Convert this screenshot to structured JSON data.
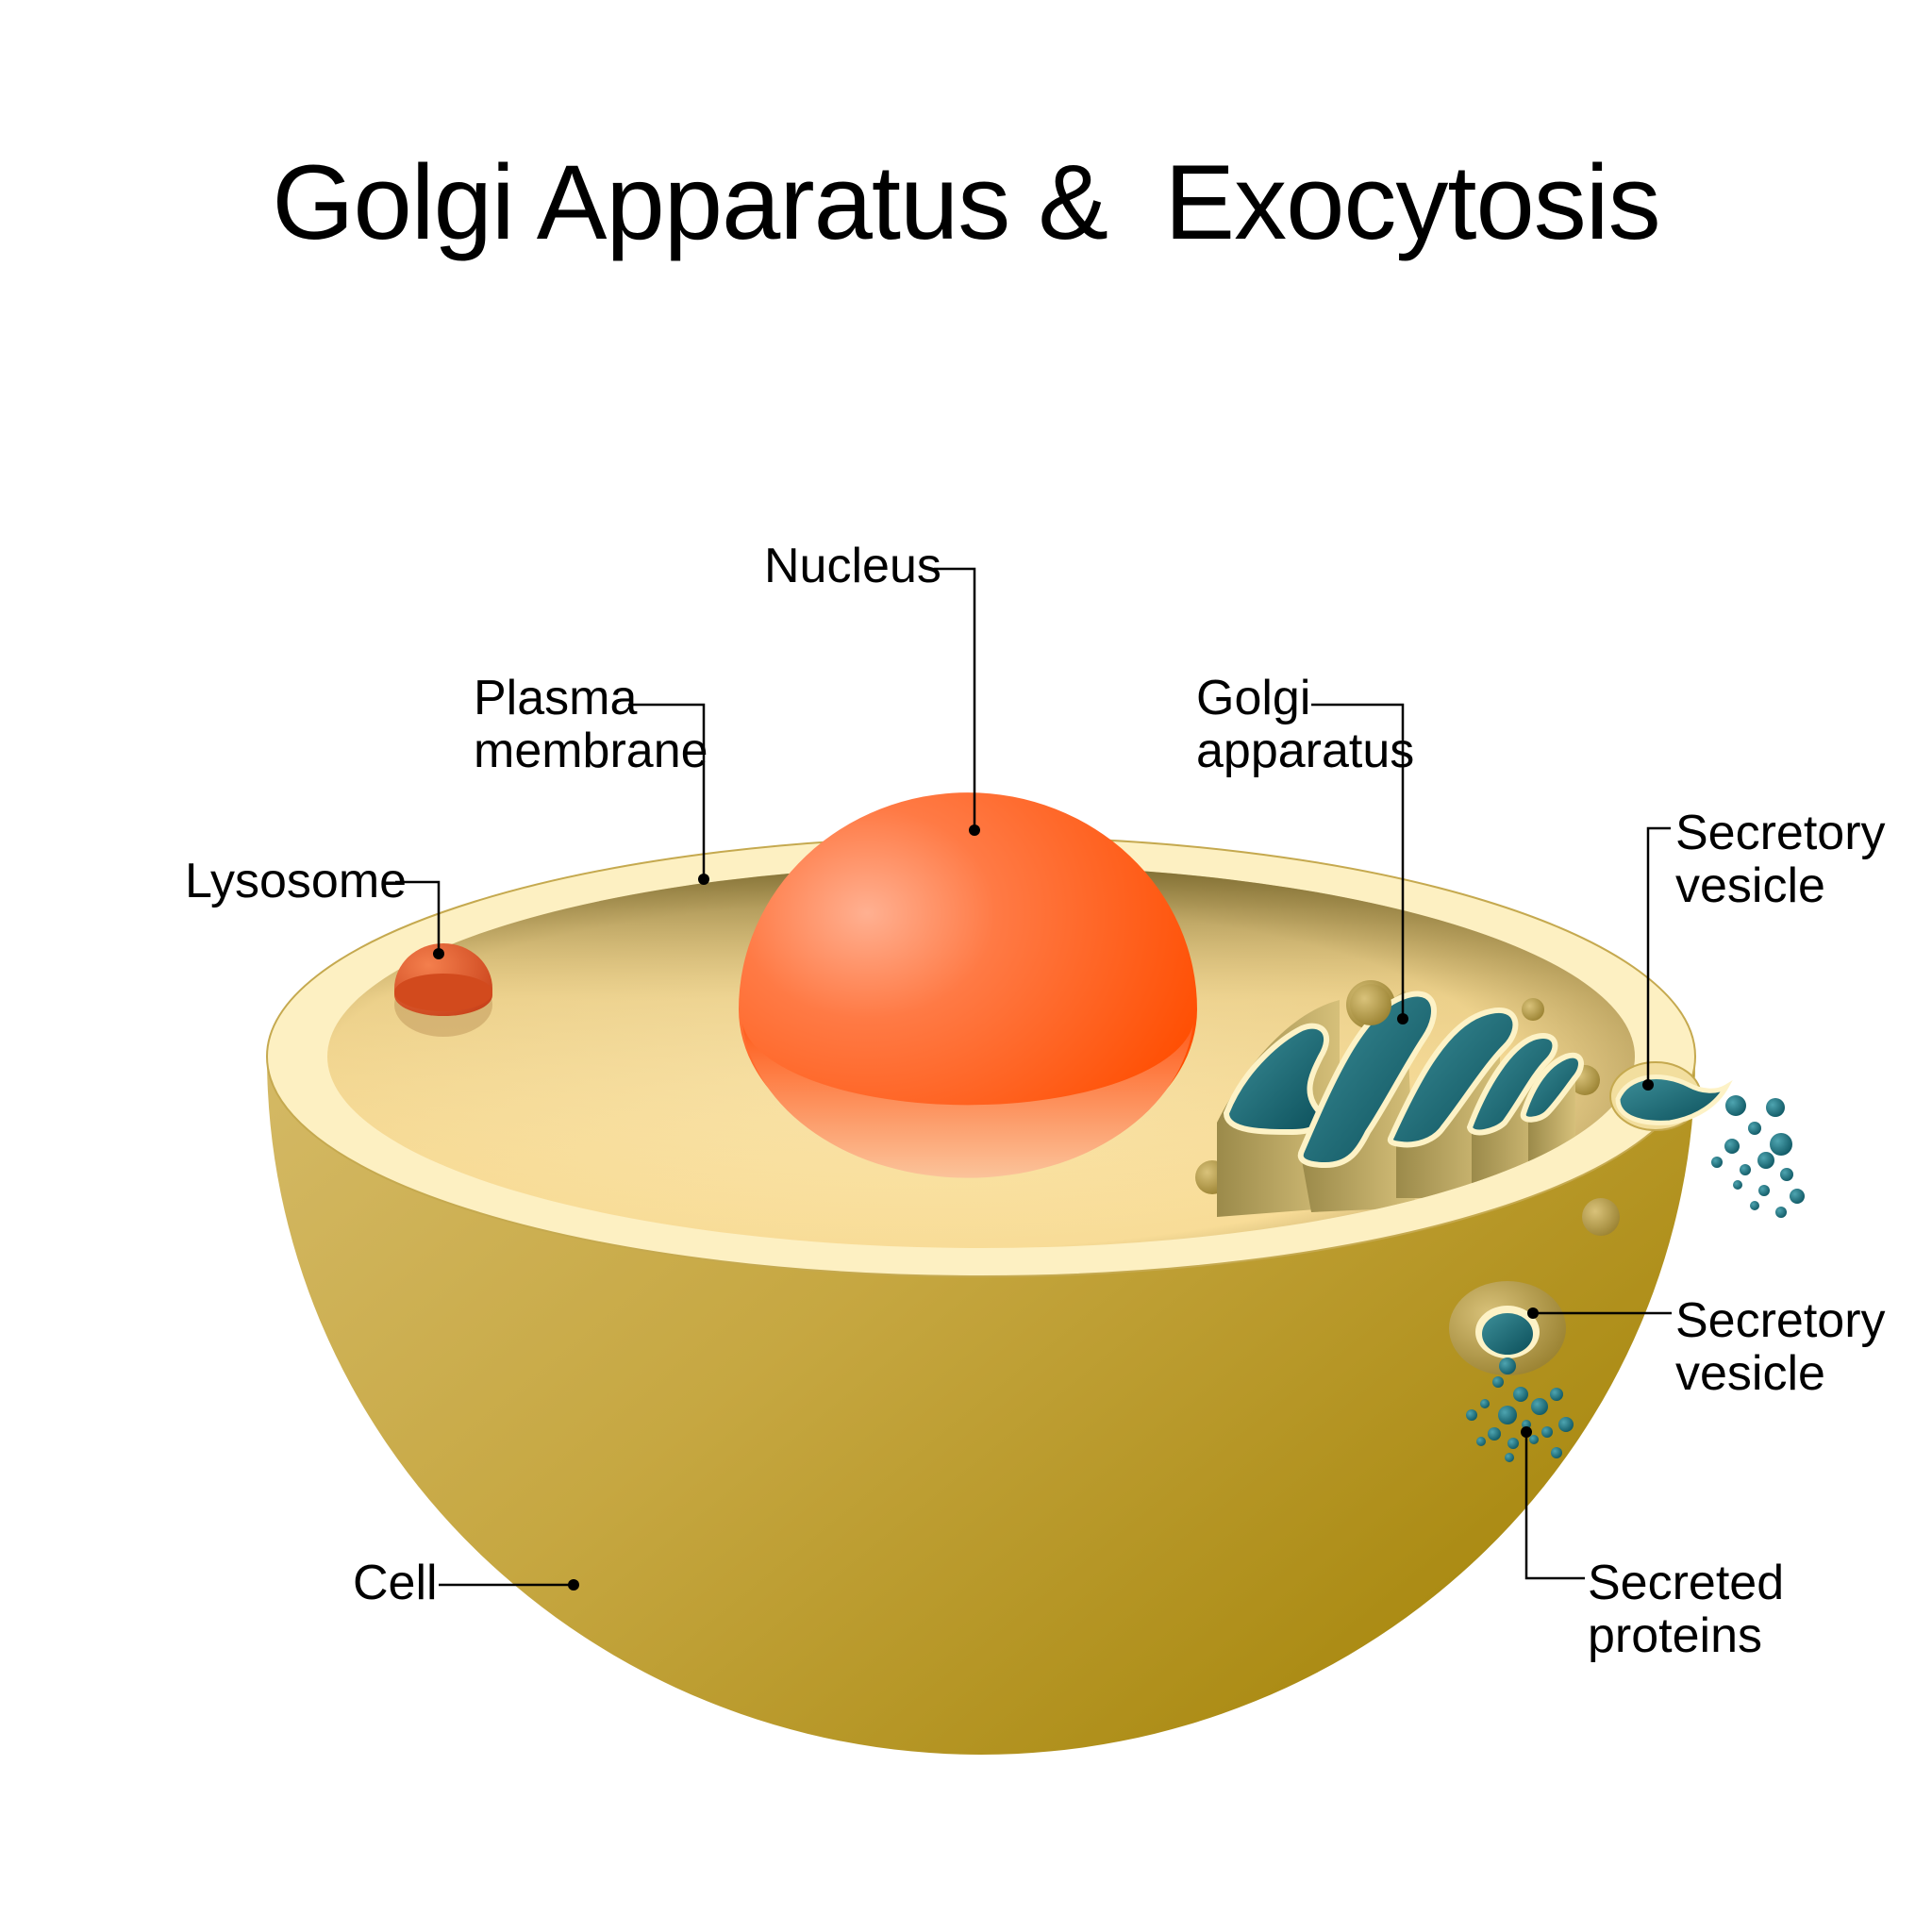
{
  "title": "Golgi Apparatus &  Exocytosis",
  "labels": {
    "nucleus": [
      "Nucleus"
    ],
    "plasma_membrane": [
      "Plasma",
      "membrane"
    ],
    "golgi_apparatus": [
      "Golgi",
      "apparatus"
    ],
    "lysosome": [
      "Lysosome"
    ],
    "secretory_vesicle_top": [
      "Secretory",
      "vesicle"
    ],
    "secretory_vesicle_bottom": [
      "Secretory",
      "vesicle"
    ],
    "cell": [
      "Cell"
    ],
    "secreted_proteins": [
      "Secreted",
      "proteins"
    ]
  },
  "colors": {
    "cell_outer": "#c7a83f",
    "cell_outer_dark": "#a88916",
    "cell_rim": "#fdf0c2",
    "cytoplasm": "#fbe2a3",
    "nucleus": "#ff5a14",
    "nucleus_highlight": "#ffb090",
    "lysosome": "#e4552a",
    "golgi": "#0f5a66",
    "golgi_edge": "#fdf2c6",
    "protein": "#1a6c7a",
    "leader_line": "#000000"
  }
}
